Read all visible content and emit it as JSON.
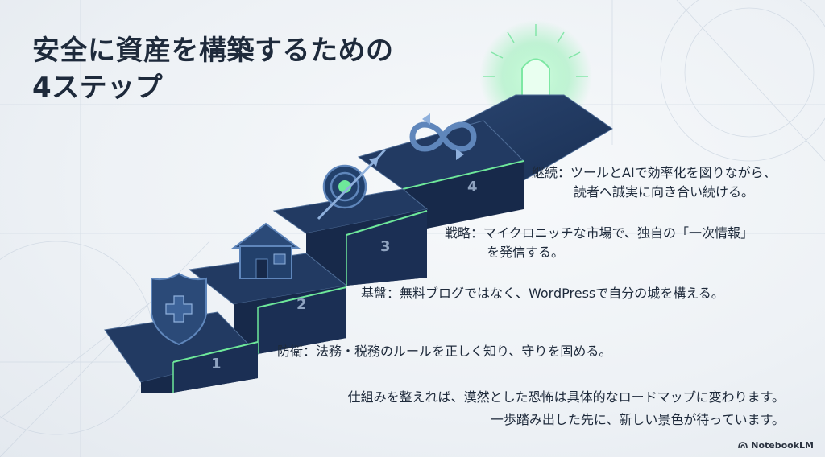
{
  "title": {
    "line1": "安全に資産を構築するための",
    "line2": "4ステップ"
  },
  "steps": [
    {
      "number": "1",
      "icon": "shield-cross-icon",
      "text": "防衛：法務・税務のルールを正しく知り、守りを固める。"
    },
    {
      "number": "2",
      "icon": "house-icon",
      "text": "基盤：無料ブログではなく、WordPressで自分の城を構える。"
    },
    {
      "number": "3",
      "icon": "target-arrow-icon",
      "text_line1": "戦略：マイクロニッチな市場で、独自の「一次情報」",
      "text_line2": "を発信する。"
    },
    {
      "number": "4",
      "icon": "infinity-cycle-icon",
      "text_line1": "継続：ツールとAIで効率化を図りながら、",
      "text_line2": "読者へ誠実に向き合い続ける。"
    }
  ],
  "conclusion": {
    "line1": "仕組みを整えれば、漠然とした恐怖は具体的なロードマップに変わります。",
    "line2": "一歩踏み出した先に、新しい景色が待っています。"
  },
  "brand": "NotebookLM",
  "colors": {
    "step_top": "#223a62",
    "step_front": "#17294a",
    "edge_glow": "#6ee89a",
    "text": "#1e2a3b",
    "door_glow": "#8ff0b0"
  }
}
